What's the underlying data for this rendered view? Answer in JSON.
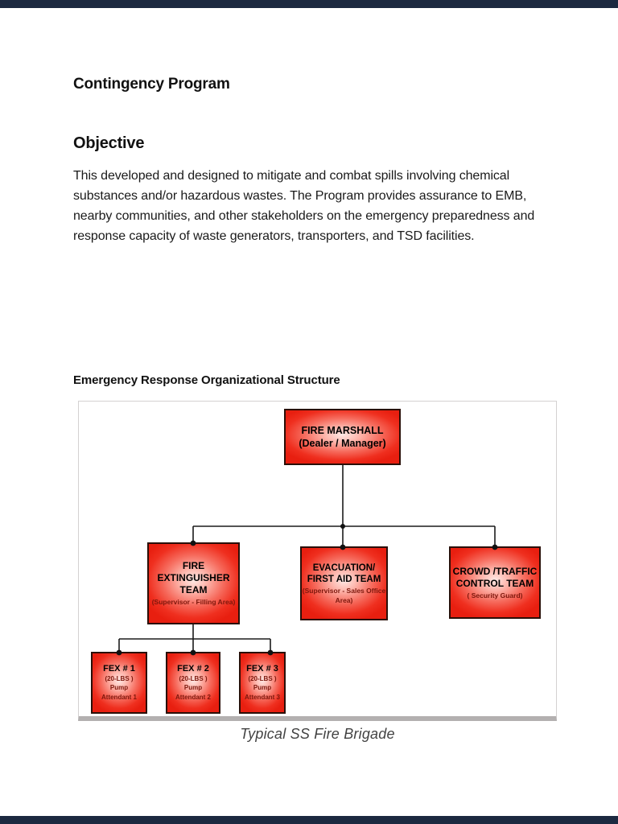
{
  "document": {
    "title": "Contingency Program",
    "objective": {
      "heading": "Objective",
      "body_lines": [
        "This developed and designed to mitigate and combat spills involving chemical",
        "substances and/or hazardous wastes. The Program provides assurance to EMB,",
        "nearby communities, and other stakeholders on the emergency preparedness and",
        "response capacity of waste generators, transporters, and TSD facilities."
      ]
    },
    "org_section": {
      "heading": "Emergency Response Organizational Structure",
      "caption": "Typical SS Fire Brigade"
    }
  },
  "org_chart": {
    "fire_marshall": {
      "lines": [
        "FIRE MARSHALL",
        "(Dealer /  Manager)"
      ]
    },
    "fire_extinguisher_team": {
      "lines": [
        "FIRE",
        "EXTINGUISHER",
        "TEAM"
      ],
      "sub": [
        "(Supervisor - Filling  Area)"
      ]
    },
    "evacuation_first_aid_team": {
      "lines": [
        "EVACUATION/",
        "FIRST AID TEAM"
      ],
      "sub": [
        "(Supervisor - Sales  Office",
        "Area)"
      ]
    },
    "crowd_traffic_control_team": {
      "lines": [
        "CROWD /TRAFFIC",
        "CONTROL TEAM"
      ],
      "sub": [
        "( Security Guard)"
      ]
    },
    "fex_1": {
      "title": "FEX # 1",
      "sub": [
        "(20-LBS )",
        "Pump",
        "Attendant  1"
      ]
    },
    "fex_2": {
      "title": "FEX # 2",
      "sub": [
        "(20-LBS )",
        "Pump",
        "Attendant  2"
      ]
    },
    "fex_3": {
      "title": "FEX # 3",
      "sub": [
        "(20-LBS )",
        "Pump",
        "Attendant  3"
      ]
    },
    "hierarchy": [
      [
        "fire_marshall",
        "fire_extinguisher_team"
      ],
      [
        "fire_marshall",
        "evacuation_first_aid_team"
      ],
      [
        "fire_marshall",
        "crowd_traffic_control_team"
      ],
      [
        "fire_extinguisher_team",
        "fex_1"
      ],
      [
        "fire_extinguisher_team",
        "fex_2"
      ],
      [
        "fire_extinguisher_team",
        "fex_3"
      ]
    ]
  },
  "colors": {
    "node_red": "#e81f10",
    "node_center": "#ffe9e5",
    "node_border": "#2a0f08",
    "subtitle_maroon": "#7d170c",
    "caption_gray": "#424242",
    "edge_bar_navy": "#1c2940"
  }
}
